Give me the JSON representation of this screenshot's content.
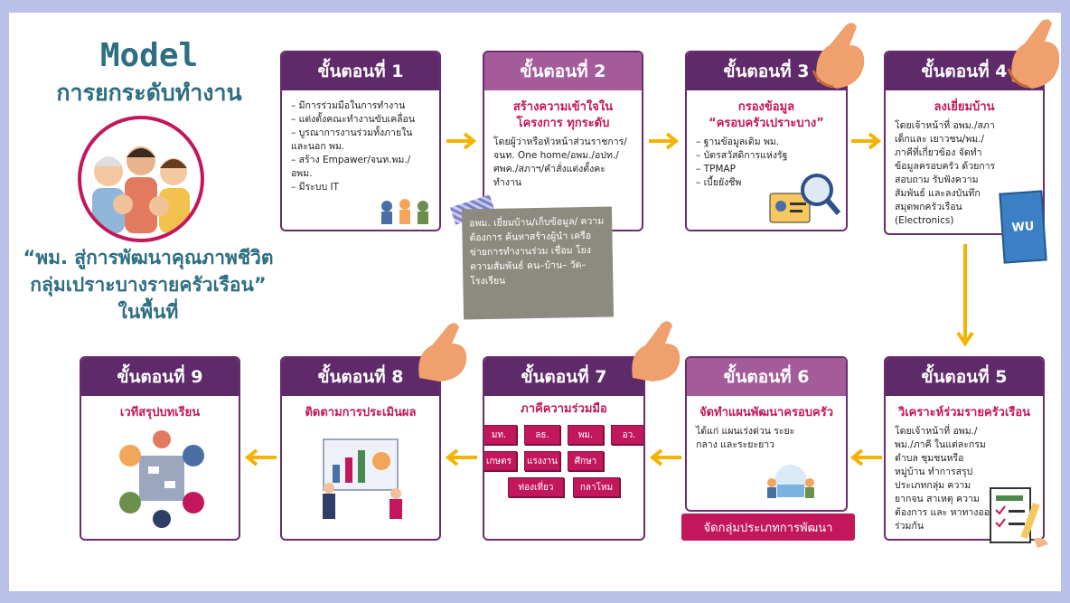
{
  "model": {
    "title": "Model",
    "subtitle": "การยกระดับทำงาน",
    "quote_line1": "“พม. สู่การพัฒนาคุณภาพชีวิต",
    "quote_line2": "กลุ่มเปราะบางรายครัวเรือน”",
    "quote_line3": "ในพื้นที่"
  },
  "steps": [
    {
      "title": "ขั้นตอนที่ 1",
      "bullets": [
        "– มีการร่วมมือในการทำงาน",
        "– แต่งตั้งคณะทำงานขับเคลื่อน",
        "– บูรณาการงานร่วมทั้งภายใน",
        "และนอก พม.",
        "– สร้าง Empawer/จนท.พม./อพม.",
        "– มีระบบ IT"
      ]
    },
    {
      "title": "ขั้นตอนที่ 2",
      "subtitle": "สร้างความเข้าใจในโครงการ ทุกระดับ",
      "body": "โดยผู้ว่าหรือหัวหน้าส่วนราชการ/ จนท. One home/อพม./อปท./ ศพค./สภาฯ/คำสั่งแต่งตั้งคะทำงาน"
    },
    {
      "title": "ขั้นตอนที่ 3",
      "subtitle_line1": "กรองข้อมูล",
      "subtitle_line2": "“ครอบครัวเปราะบาง”",
      "bullets": [
        "– ฐานข้อมูลเดิม พม.",
        "– บัตรสวัสดิการแห่งรัฐ",
        "– TPMAP",
        "– เบี้ยยังชีพ"
      ]
    },
    {
      "title": "ขั้นตอนที่ 4",
      "subtitle": "ลงเยี่ยมบ้าน",
      "body": "โดยเจ้าหน้าที่ อพม./สภาเด็กและ เยาวชน/พม./ภาคีที่เกี่ยวข้อง จัดทำ ข้อมูลครอบครัว ด้วยการสอบถาม รับฟังความสัมพันธ์ และลงบันทึก สมุดพกครัวเรือน (Electronics)",
      "book_label": "WU"
    },
    {
      "title": "ขั้นตอนที่ 5",
      "subtitle": "วิเคราะห์ร่วมรายครัวเรือน",
      "body": "โดยเจ้าหน้าที่ อพม./พม./ภาคี ในแต่ละกรม ตำบล ชุมชนหรือ หมู่บ้าน ทำการสรุปประเภทกลุ่ม ความยากจน สาเหตุ ความต้องการ และ หาทางออกร่วมกัน"
    },
    {
      "title": "ขั้นตอนที่ 6",
      "subtitle": "จัดทำแผนพัฒนาครอบครัว",
      "body": "ได้แก่ แผนเร่งด่วน ระยะกลาง และระยะยาว",
      "button": "จัดกลุ่มประเภทการพัฒนา"
    },
    {
      "title": "ขั้นตอนที่ 7",
      "subtitle": "ภาคีความร่วมมือ",
      "chips": [
        "มท.",
        "ลธ.",
        "พม.",
        "อว.",
        "เกษตร",
        "แรงงาน",
        "ศึกษา",
        "ท่องเที่ยว",
        "กลาโหม"
      ]
    },
    {
      "title": "ขั้นตอนที่ 8",
      "subtitle": "ติดตามการประเมินผล"
    },
    {
      "title": "ขั้นตอนที่ 9",
      "subtitle": "เวทีสรุปบทเรียน"
    }
  ],
  "note": "อพม. เยี่ยมบ้าน/เก็บข้อมูล/ ความต้องการ ค้นหาสร้างผู้นำ เครือข่ายการทำงานร่วม เชื่อม โยงความสัมพันธ์ คน–บ้าน– วัด–โรงเรียน",
  "colors": {
    "header_dark": "#5e2a6a",
    "header_light": "#a35b9a",
    "accent_pink": "#c2185b",
    "arrow": "#f5b301",
    "title_teal": "#2d6e82"
  }
}
